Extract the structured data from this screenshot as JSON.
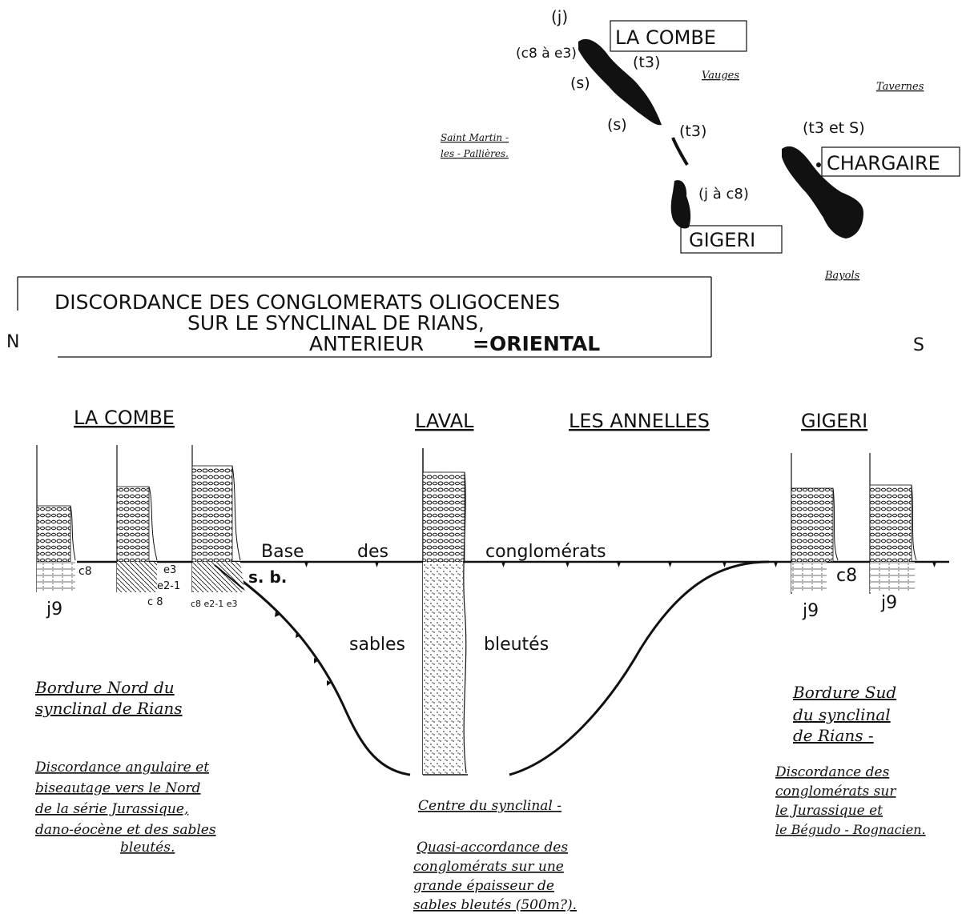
{
  "map": {
    "labels": {
      "j": "(j)",
      "la_combe": "LA COMBE",
      "c8_e3": "(c8 à e3)",
      "t3_a": "(t3)",
      "s_a": "(s)",
      "s_b": "(s)",
      "t3_b": "(t3)",
      "t3_s": "(t3 et S)",
      "chargaire": "CHARGAIRE",
      "j_c8": "(j à c8)",
      "gigeri": "GIGERI",
      "vauges": "Vauges",
      "taverne": "Tavernes",
      "saint_martin_1": "Saint Martin -",
      "saint_martin_2": "les - Pallières.",
      "bayols": "Bayols"
    }
  },
  "title": {
    "line1": "DISCORDANCE DES CONGLOMERATS OLIGOCENES",
    "line2": "SUR LE SYNCLINAL DE RIANS,",
    "line3a": "ANTERIEUR",
    "line3b": "=ORIENTAL"
  },
  "orientation": {
    "north": "N",
    "south": "S"
  },
  "section": {
    "headings": {
      "la_combe": "LA COMBE",
      "laval": "LAVAL",
      "les_annelles": "LES ANNELLES",
      "gigeri": "GIGERI"
    },
    "base_line": {
      "w1": "Base",
      "w2": "des",
      "w3": "conglomérats"
    },
    "sb": "s. b.",
    "sables": {
      "w1": "sables",
      "w2": "bleutés"
    },
    "col_labels": {
      "j9_left": "j9",
      "c8_a": "c8",
      "c8_b": "c 8",
      "e3_a": "e3",
      "e2_1": "e2-1",
      "c8_e2_e3": "c8 e2-1 e3",
      "c8_right": "c8",
      "j9_r1": "j9",
      "j9_r2": "j9"
    }
  },
  "notes": {
    "north_title_1": "Bordure Nord du",
    "north_title_2": "synclinal de Rians",
    "north_body_1": "Discordance angulaire et",
    "north_body_2": "biseautage vers le Nord",
    "north_body_3": "de la série Jurassique,",
    "north_body_4": "dano-éocène et des sables",
    "north_body_5": "bleutés.",
    "center_title": "Centre du synclinal -",
    "center_body_1": "Quasi-accordance des",
    "center_body_2": "conglomérats sur une",
    "center_body_3": "grande épaisseur de",
    "center_body_4": "sables bleutés (500m?).",
    "south_title_1": "Bordure Sud",
    "south_title_2": "du synclinal",
    "south_title_3": "de Rians -",
    "south_body_1": "Discordance des",
    "south_body_2": "conglomérats sur",
    "south_body_3": "le Jurassique et",
    "south_body_4": "le Bégudo - Rognacien."
  }
}
